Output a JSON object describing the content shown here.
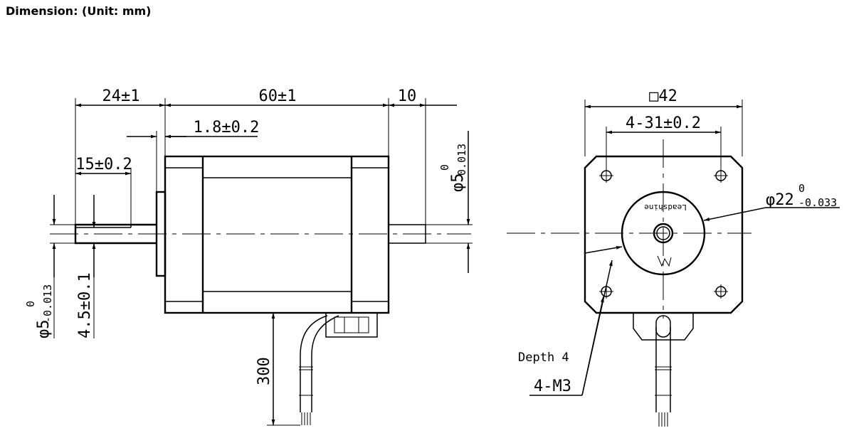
{
  "header": {
    "title": "Dimension: (Unit: mm)"
  },
  "side_view": {
    "shaft_length": "24±1",
    "body_length": "60±1",
    "rear_shaft": "10",
    "flange": "1.8±0.2",
    "flat_length": "15±0.2",
    "flat_depth": "4.5±0.1",
    "shaft_dia_symbol": "φ5",
    "shaft_dia_upper": "0",
    "shaft_dia_lower": "-0.013",
    "rear_dia_symbol": "φ5",
    "rear_dia_upper": "0",
    "rear_dia_lower": "-0.013",
    "lead_length": "300"
  },
  "front_view": {
    "square": "□42",
    "hole_spacing": "4-31±0.2",
    "boss_dia_symbol": "φ22",
    "boss_dia_upper": "0",
    "boss_dia_lower": "-0.033",
    "depth": "Depth 4",
    "thread": "4-M3",
    "logo_text": "Leadshine"
  }
}
